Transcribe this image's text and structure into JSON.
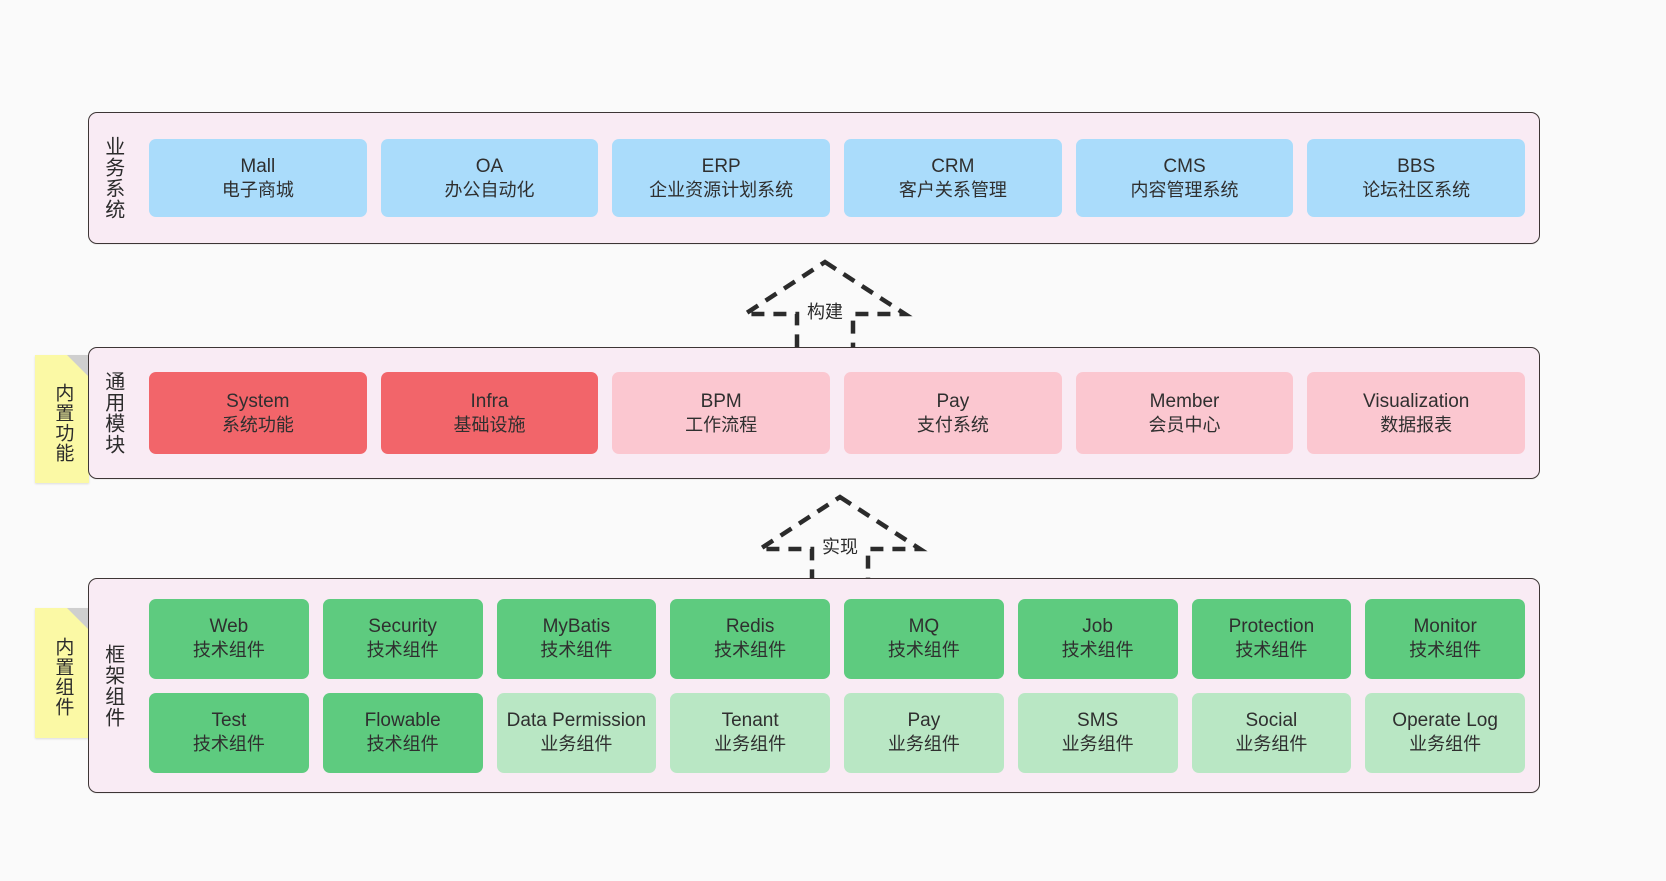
{
  "diagram": {
    "background_color": "#fafafa",
    "panel_color": "#f9ebf4",
    "panel_border_color": "#3d3535",
    "note_color": "#fbf9a5",
    "colors": {
      "blue": "#aadcfb",
      "red": "#f2656a",
      "pink": "#fbc7d0",
      "green": "#5ecb7f",
      "light_green": "#b9e7c4"
    }
  },
  "layers": {
    "business": {
      "title": "业务系统",
      "modules": [
        {
          "name": "Mall",
          "desc": "电子商城",
          "color": "blue"
        },
        {
          "name": "OA",
          "desc": "办公自动化",
          "color": "blue"
        },
        {
          "name": "ERP",
          "desc": "企业资源计划系统",
          "color": "blue"
        },
        {
          "name": "CRM",
          "desc": "客户关系管理",
          "color": "blue"
        },
        {
          "name": "CMS",
          "desc": "内容管理系统",
          "color": "blue"
        },
        {
          "name": "BBS",
          "desc": "论坛社区系统",
          "color": "blue"
        }
      ]
    },
    "common": {
      "title": "通用模块",
      "note": "内置功能",
      "modules": [
        {
          "name": "System",
          "desc": "系统功能",
          "color": "red"
        },
        {
          "name": "Infra",
          "desc": "基础设施",
          "color": "red"
        },
        {
          "name": "BPM",
          "desc": "工作流程",
          "color": "pink"
        },
        {
          "name": "Pay",
          "desc": "支付系统",
          "color": "pink"
        },
        {
          "name": "Member",
          "desc": "会员中心",
          "color": "pink"
        },
        {
          "name": "Visualization",
          "desc": "数据报表",
          "color": "pink"
        }
      ]
    },
    "framework": {
      "title": "框架组件",
      "note": "内置组件",
      "row1": [
        {
          "name": "Web",
          "desc": "技术组件",
          "color": "green"
        },
        {
          "name": "Security",
          "desc": "技术组件",
          "color": "green"
        },
        {
          "name": "MyBatis",
          "desc": "技术组件",
          "color": "green"
        },
        {
          "name": "Redis",
          "desc": "技术组件",
          "color": "green"
        },
        {
          "name": "MQ",
          "desc": "技术组件",
          "color": "green"
        },
        {
          "name": "Job",
          "desc": "技术组件",
          "color": "green"
        },
        {
          "name": "Protection",
          "desc": "技术组件",
          "color": "green"
        },
        {
          "name": "Monitor",
          "desc": "技术组件",
          "color": "green"
        }
      ],
      "row2": [
        {
          "name": "Test",
          "desc": "技术组件",
          "color": "green"
        },
        {
          "name": "Flowable",
          "desc": "技术组件",
          "color": "green"
        },
        {
          "name": "Data Permission",
          "desc": "业务组件",
          "color": "lightgreen"
        },
        {
          "name": "Tenant",
          "desc": "业务组件",
          "color": "lightgreen"
        },
        {
          "name": "Pay",
          "desc": "业务组件",
          "color": "lightgreen"
        },
        {
          "name": "SMS",
          "desc": "业务组件",
          "color": "lightgreen"
        },
        {
          "name": "Social",
          "desc": "业务组件",
          "color": "lightgreen"
        },
        {
          "name": "Operate Log",
          "desc": "业务组件",
          "color": "lightgreen"
        }
      ]
    }
  },
  "connectors": {
    "build": {
      "label": "构建",
      "icon": "dashed-up-arrow-icon"
    },
    "implement": {
      "label": "实现",
      "icon": "dashed-up-arrow-icon"
    }
  }
}
